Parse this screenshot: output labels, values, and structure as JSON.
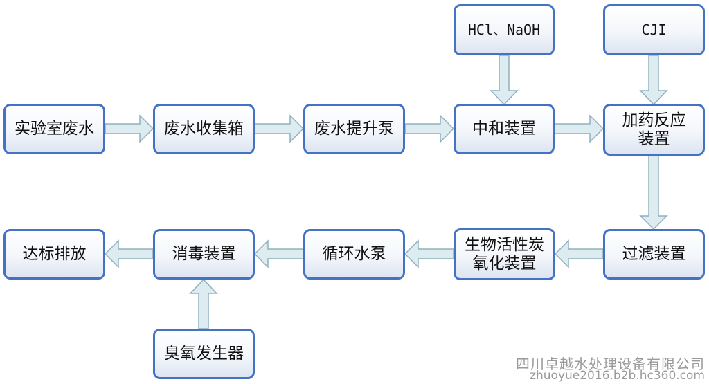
{
  "nodes": {
    "lab_wastewater": "实验室废水",
    "collection_tank": "废水收集箱",
    "lift_pump": "废水提升泵",
    "neutralization": "中和装置",
    "dosing_line1": "加药反应",
    "dosing_line2": "装置",
    "hcl_naoh": "HCl、NaOH",
    "cji": "CJI",
    "filtration": "过滤装置",
    "bio_carbon_line1": "生物活性炭",
    "bio_carbon_line2": "氧化装置",
    "circulation_pump": "循环水泵",
    "disinfection": "消毒装置",
    "discharge": "达标排放",
    "ozone_generator": "臭氧发生器"
  },
  "watermark": {
    "company": "四川卓越水处理设备有限公司",
    "url": "zhuoyue2016.b2b.hc360.com"
  },
  "colors": {
    "box_border": "#4472c4",
    "arrow_fill": "#dcecf1",
    "arrow_stroke": "#8fb0bd"
  }
}
